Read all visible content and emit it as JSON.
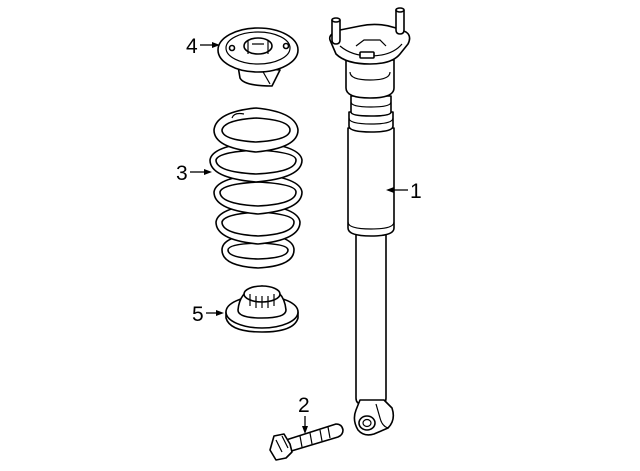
{
  "callouts": [
    {
      "number": "1",
      "part": "shock-absorber"
    },
    {
      "number": "2",
      "part": "mounting-bolt"
    },
    {
      "number": "3",
      "part": "coil-spring"
    },
    {
      "number": "4",
      "part": "upper-spring-seat"
    },
    {
      "number": "5",
      "part": "lower-spring-seat"
    }
  ]
}
